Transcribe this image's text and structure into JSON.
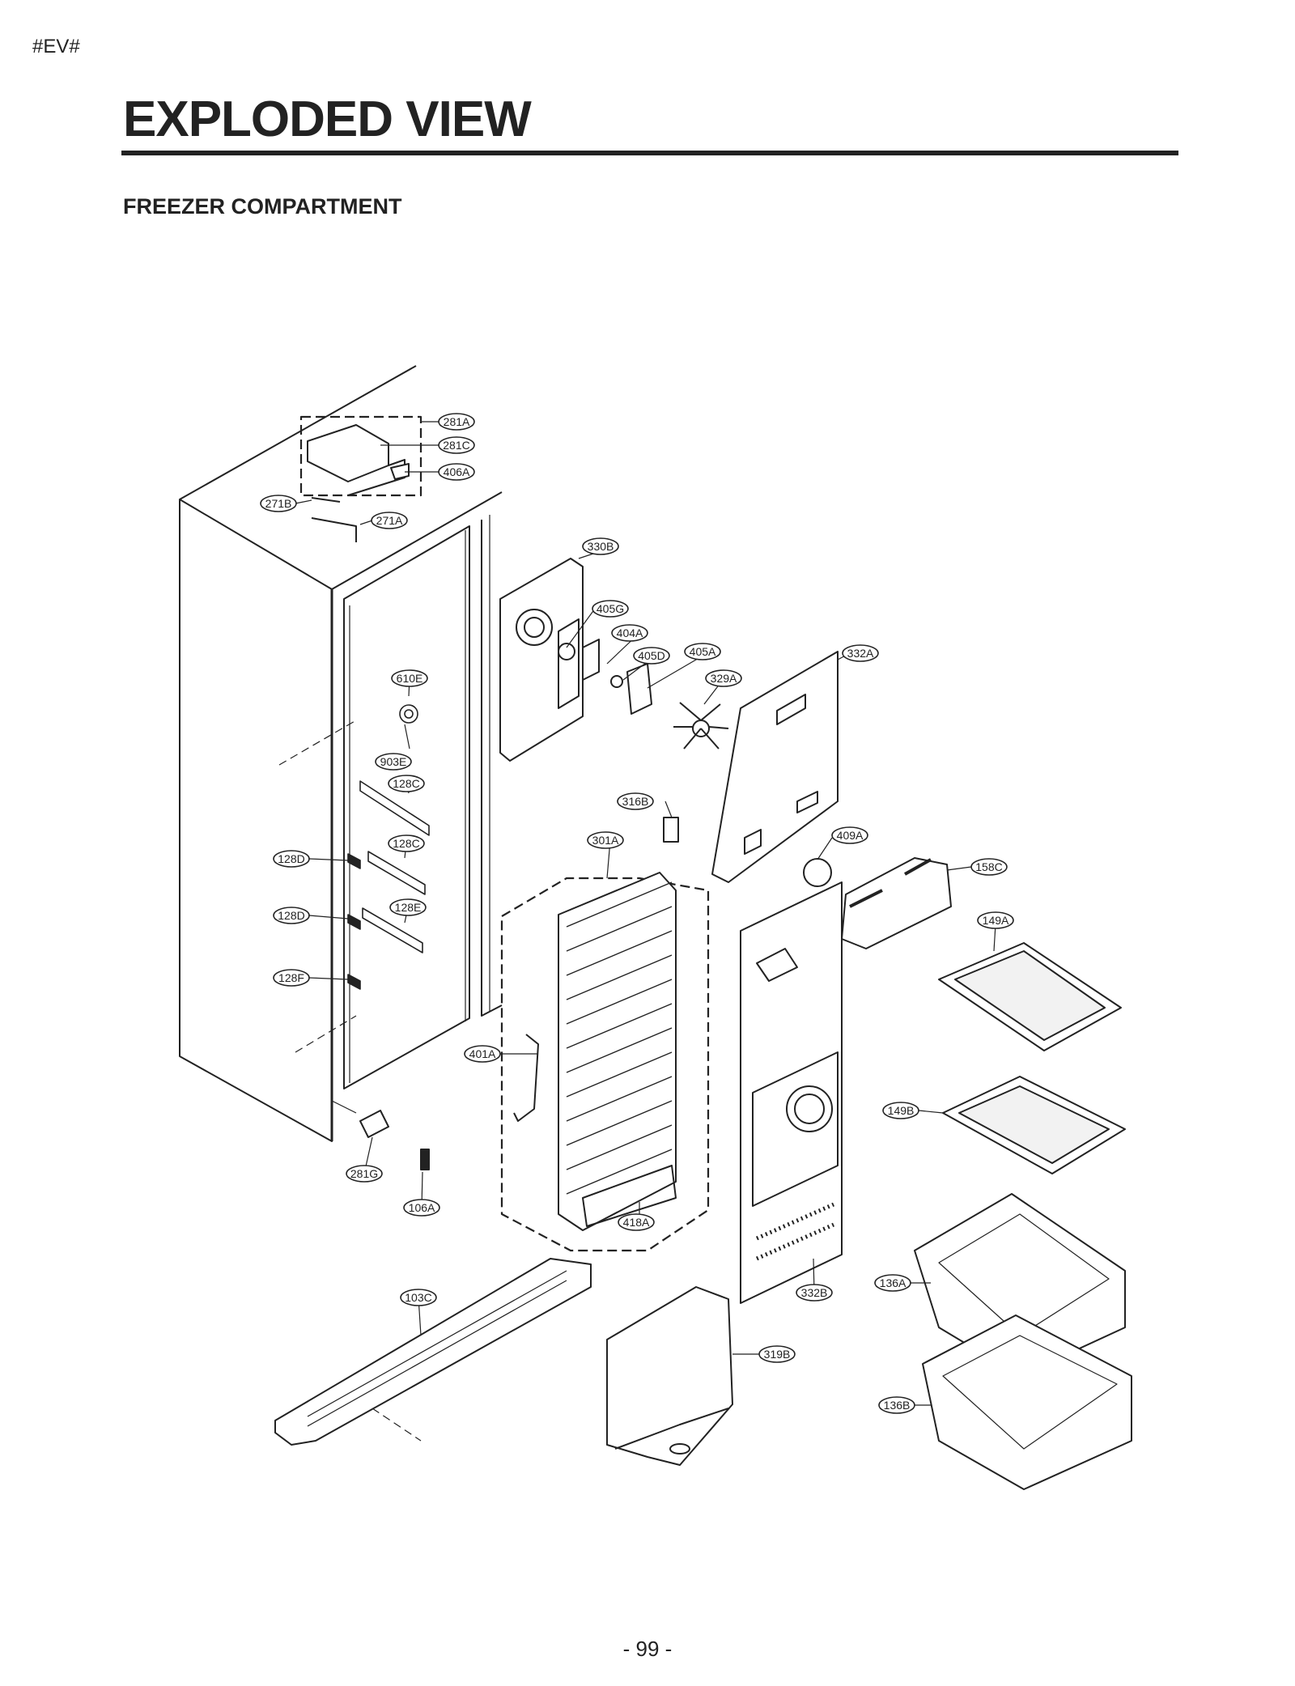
{
  "header": {
    "tag": "#EV#",
    "title": "EXPLODED VIEW",
    "subtitle": "FREEZER COMPARTMENT"
  },
  "footer": {
    "page_number": "- 99 -"
  },
  "callouts": [
    "281A",
    "281C",
    "406A",
    "271B",
    "271A",
    "330B",
    "405G",
    "404A",
    "405D",
    "405A",
    "332A",
    "329A",
    "610E",
    "903E",
    "128C",
    "128C",
    "316B",
    "301A",
    "409A",
    "158C",
    "128D",
    "128E",
    "128D",
    "149A",
    "128F",
    "401A",
    "149B",
    "281G",
    "106A",
    "418A",
    "332B",
    "136A",
    "103C",
    "319B",
    "136B"
  ]
}
